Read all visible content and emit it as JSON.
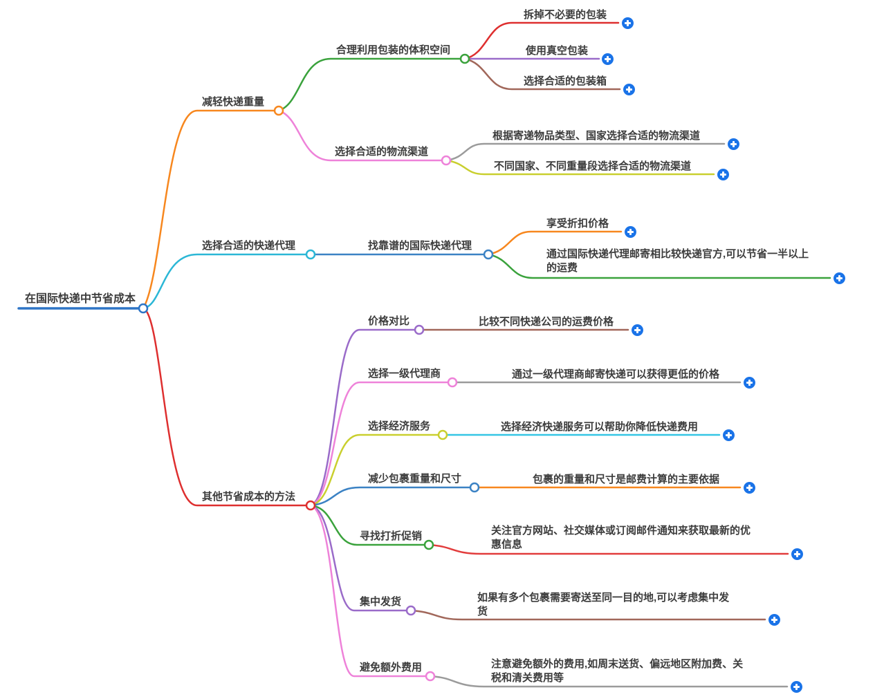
{
  "title": "在国际快递中节省成本",
  "colors": {
    "root_blue": "#2e75c6",
    "orange": "#f7871e",
    "cyan": "#2bb7d6",
    "red": "#de2f2f",
    "green": "#3aa23c",
    "pink": "#ee82d9",
    "purple": "#9a6bc9",
    "brown": "#a1675a",
    "gray": "#9b9b9b",
    "yellow": "#c9cf2e",
    "blue": "#3b82c4",
    "leaf_cyan": "#35c6e4",
    "leaf_red": "#e23c3c",
    "plus_blue": "#1a73e8",
    "text": "#3c3c3c"
  },
  "icons": {
    "plus_icon": "+"
  },
  "nodes": {
    "root": {
      "label": "在国际快递中节省成本"
    },
    "reduce_weight": {
      "label": "减轻快递重量"
    },
    "use_package_space": {
      "label": "合理利用包装的体积空间"
    },
    "remove_packaging": {
      "label": "拆掉不必要的包装"
    },
    "vacuum_packaging": {
      "label": "使用真空包装"
    },
    "right_box": {
      "label": "选择合适的包装箱"
    },
    "choose_channel": {
      "label": "选择合适的物流渠道"
    },
    "channel_by_item": {
      "label": "根据寄递物品类型、国家选择合适的物流渠道"
    },
    "channel_by_country": {
      "label": "不同国家、不同重量段选择合适的物流渠道"
    },
    "choose_agent": {
      "label": "选择合适的快递代理"
    },
    "reliable_agent": {
      "label": "找靠谱的国际快递代理"
    },
    "discount_price": {
      "label": "享受折扣价格"
    },
    "save_half": {
      "label": "通过国际快递代理邮寄相比较快递官方,可以节省一半以上的运费"
    },
    "other_methods": {
      "label": "其他节省成本的方法"
    },
    "price_compare": {
      "label": "价格对比"
    },
    "compare_companies": {
      "label": "比较不同快递公司的运费价格"
    },
    "first_level_agent": {
      "label": "选择一级代理商"
    },
    "lower_price_agent": {
      "label": "通过一级代理商邮寄快递可以获得更低的价格"
    },
    "economy_service": {
      "label": "选择经济服务"
    },
    "economy_lowers_cost": {
      "label": "选择经济快递服务可以帮助你降低快递费用"
    },
    "reduce_size": {
      "label": "减少包裹重量和尺寸"
    },
    "size_basis": {
      "label": "包裹的重量和尺寸是邮费计算的主要依据"
    },
    "find_discounts": {
      "label": "寻找打折促销"
    },
    "follow_channels": {
      "label": "关注官方网站、社交媒体或订阅邮件通知来获取最新的优惠信息"
    },
    "consolidate": {
      "label": "集中发货"
    },
    "consolidate_detail": {
      "label": "如果有多个包裹需要寄送至同一目的地,可以考虑集中发货"
    },
    "avoid_fees": {
      "label": "避免额外费用"
    },
    "avoid_fees_detail": {
      "label": "注意避免额外的费用,如周末送货、偏远地区附加费、关税和清关费用等"
    }
  }
}
